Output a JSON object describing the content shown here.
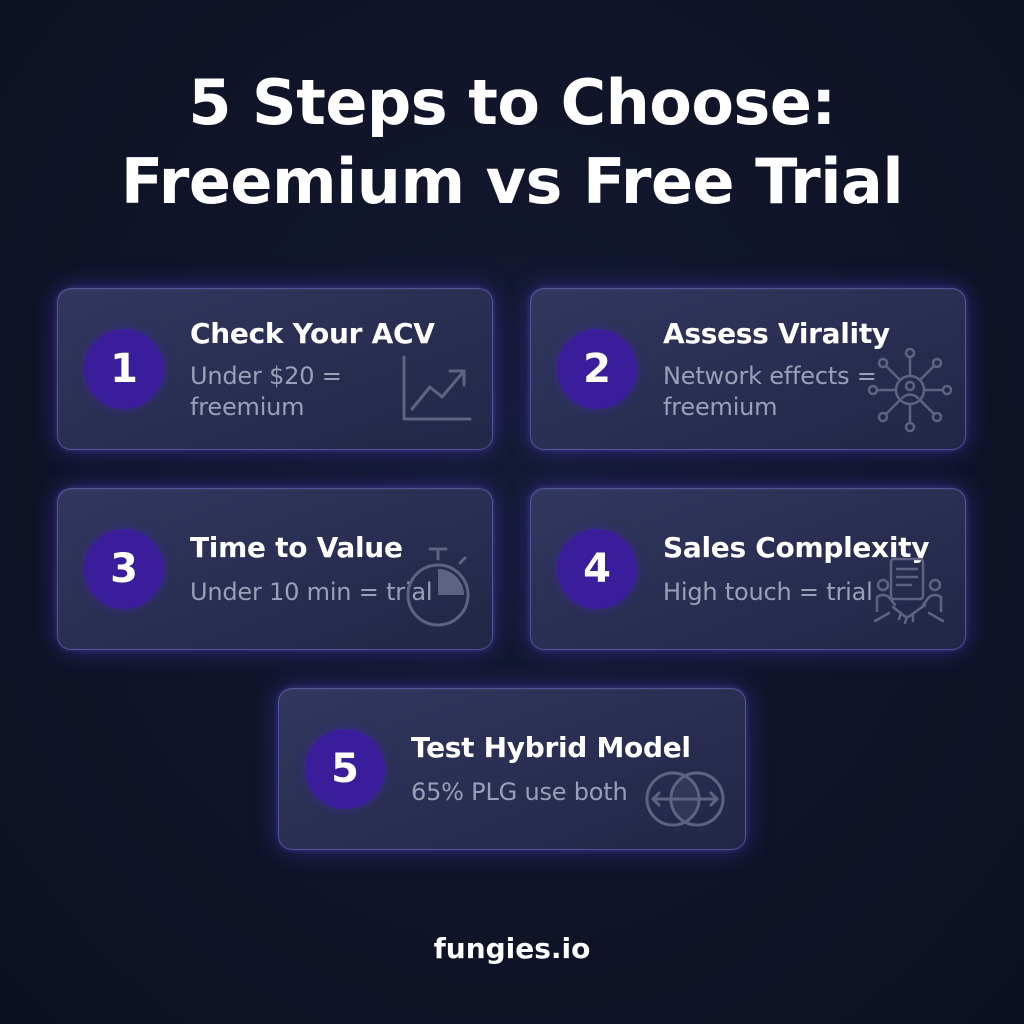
{
  "title": {
    "line1": "5 Steps to Choose:",
    "line2": "Freemium vs Free Trial"
  },
  "steps": [
    {
      "number": "1",
      "heading": "Check Your ACV",
      "desc_line1": "Under $20 =",
      "desc_line2": "freemium",
      "icon": "line-chart-icon"
    },
    {
      "number": "2",
      "heading": "Assess Virality",
      "desc_line1": "Network effects =",
      "desc_line2": "freemium",
      "icon": "network-icon"
    },
    {
      "number": "3",
      "heading": "Time to Value",
      "desc_line1": "Under 10 min = trial",
      "icon": "stopwatch-icon"
    },
    {
      "number": "4",
      "heading": "Sales Complexity",
      "desc_line1": "High touch = trial",
      "icon": "handshake-document-icon"
    },
    {
      "number": "5",
      "heading": "Test Hybrid Model",
      "desc_line1": "65% PLG use both",
      "icon": "overlapping-circles-icon"
    }
  ],
  "footer": "fungies.io",
  "colors": {
    "background": "#0f1428",
    "card": "#2c3160",
    "card_border": "#7873dc",
    "number_circle": "#3a1d9a",
    "muted_text": "#9aa0b8",
    "icon_stroke": "#5d6380"
  }
}
